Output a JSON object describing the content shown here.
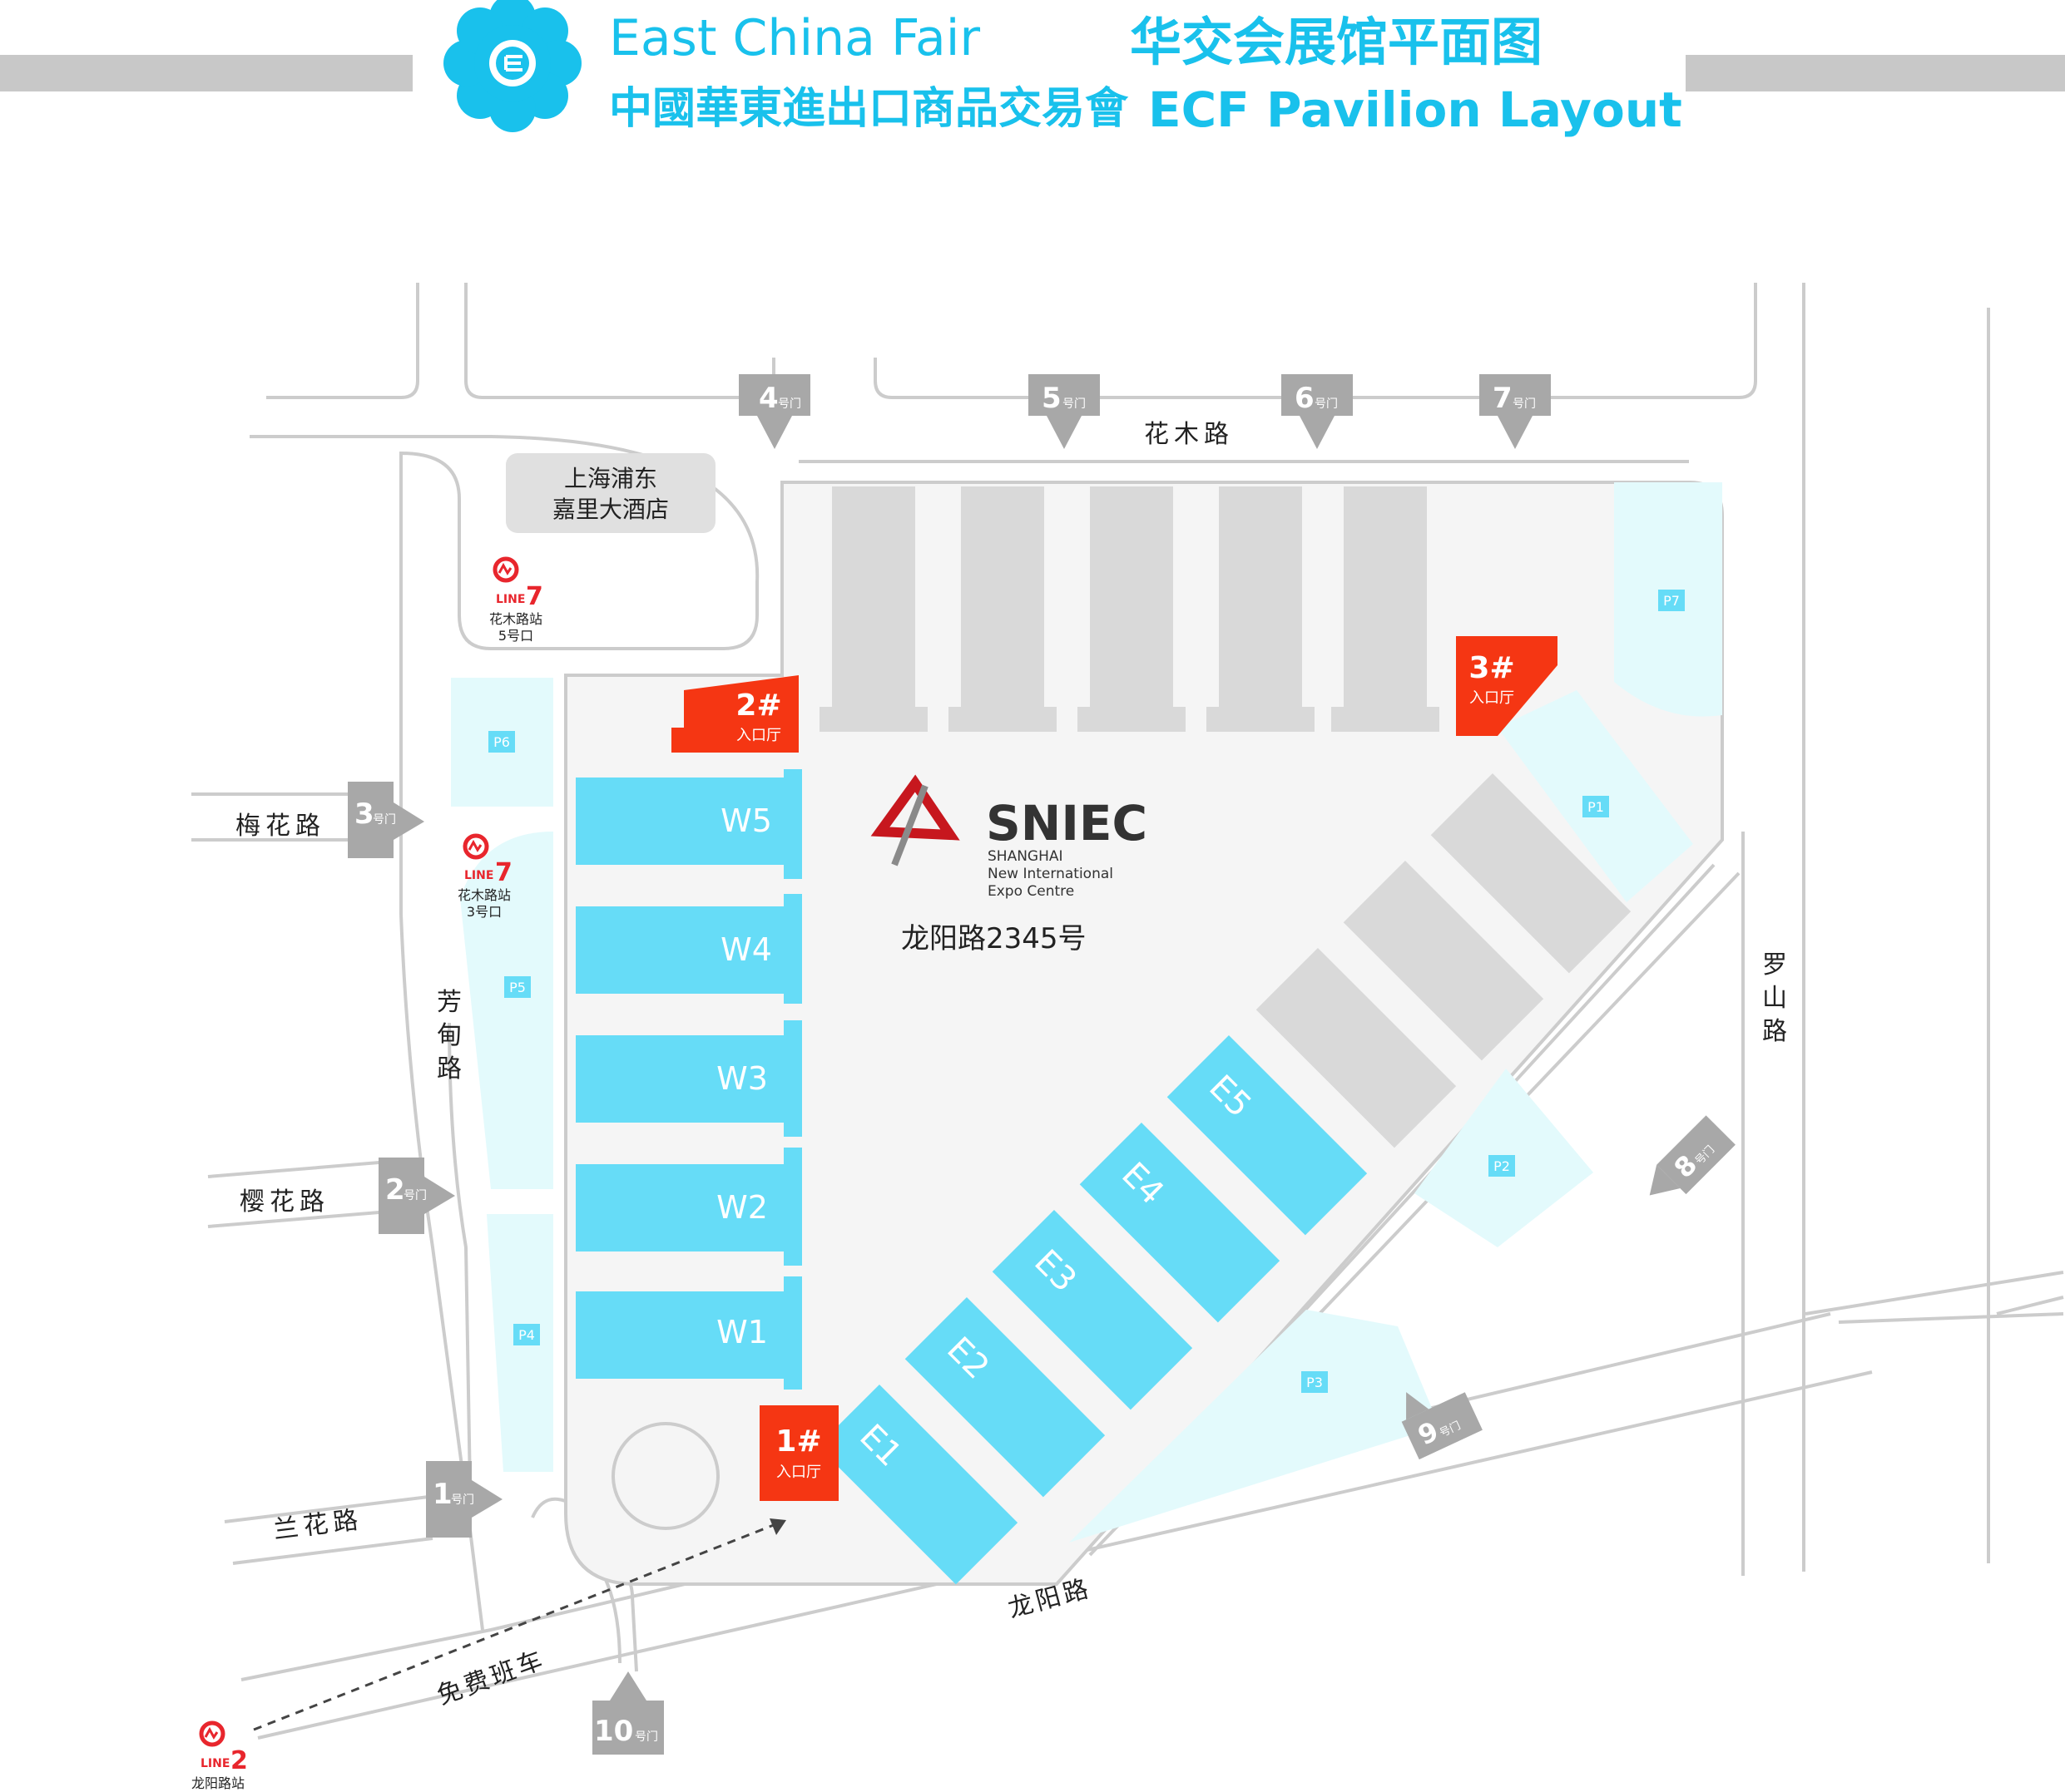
{
  "header": {
    "brand_en": "East China Fair",
    "brand_cn": "中國華東進出口商品交易會",
    "title_cn": "华交会展馆平面图",
    "title_en": "ECF Pavilion Layout"
  },
  "venue": {
    "logo_text": "SNIEC",
    "logo_sub1": "SHANGHAI",
    "logo_sub2": "New International",
    "logo_sub3": "Expo Centre",
    "address": "龙阳路2345号"
  },
  "hotel": {
    "line1": "上海浦东",
    "line2": "嘉里大酒店"
  },
  "roads": {
    "huamu": "花木路",
    "meihua": "梅花路",
    "yinghua": "樱花路",
    "lanhua": "兰花路",
    "fangdian_1": "芳",
    "fangdian_2": "甸",
    "fangdian_3": "路",
    "luoshan_1": "罗",
    "luoshan_2": "山",
    "luoshan_3": "路",
    "longyang": "龙阳路",
    "shuttle": "免费班车"
  },
  "gate_suffix": "号门",
  "gates": [
    "1",
    "2",
    "3",
    "4",
    "5",
    "6",
    "7",
    "8",
    "9",
    "10"
  ],
  "west_halls": [
    "W5",
    "W4",
    "W3",
    "W2",
    "W1"
  ],
  "east_halls": [
    "E1",
    "E2",
    "E3",
    "E4",
    "E5"
  ],
  "entrances": {
    "e1": "1#",
    "e2": "2#",
    "e3": "3#",
    "hall": "入口厅"
  },
  "parking": [
    "P1",
    "P2",
    "P3",
    "P4",
    "P5",
    "P6",
    "P7"
  ],
  "metro": {
    "line_word": "LINE",
    "m7a_num": "7",
    "m7a_l1": "花木路站",
    "m7a_l2": "5号口",
    "m7b_num": "7",
    "m7b_l1": "花木路站",
    "m7b_l2": "3号口",
    "m2_num": "2",
    "m2_l1": "龙阳路站"
  },
  "colors": {
    "hall_blue": "#66dcf7",
    "gray_hall": "#d9d9d9",
    "parking": "#e3fafc",
    "entrance_red": "#f53613",
    "gate_gray": "#a8a8a8",
    "brand": "#19c1ec",
    "metro_red": "#e8262d"
  }
}
